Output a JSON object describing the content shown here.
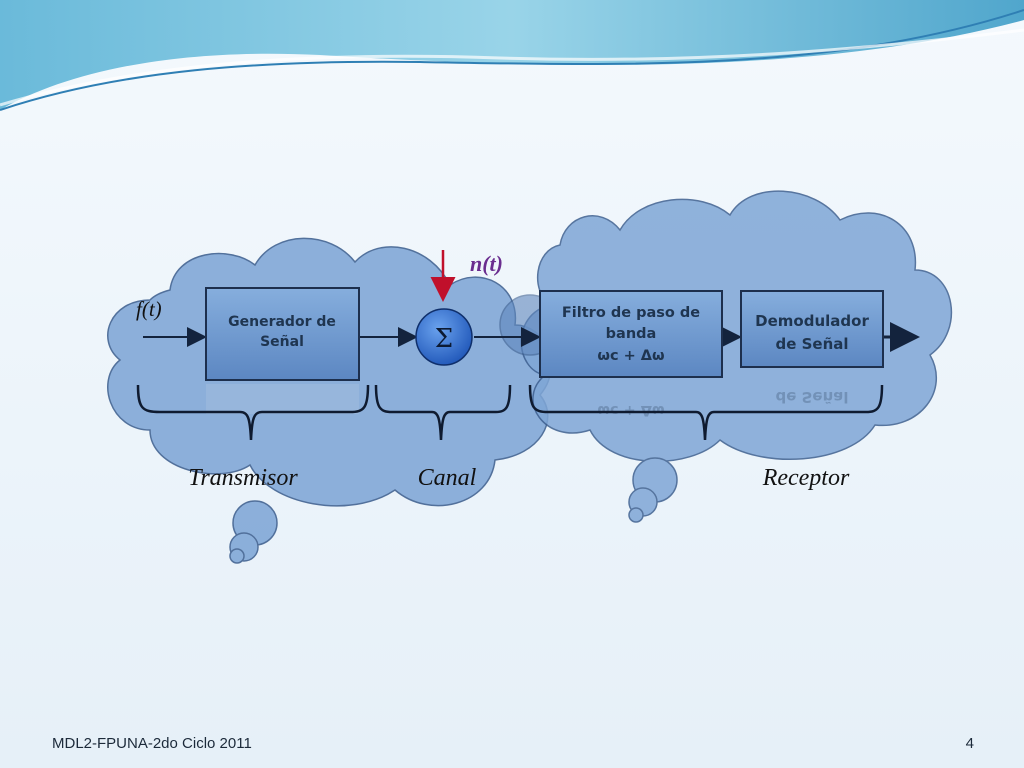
{
  "slide": {
    "footer_left": "MDL2-FPUNA-2do Ciclo 2011",
    "page_number": "4"
  },
  "diagram": {
    "input_signal": "f(t)",
    "noise_signal": "n(t)",
    "summer_symbol": "Σ",
    "blocks": {
      "generator": [
        "Generador de",
        "Señal"
      ],
      "filter": [
        "Filtro de paso de",
        "banda",
        "ωc + Δω"
      ],
      "demodulator": [
        "Demodulador",
        "de Señal"
      ]
    },
    "sections": {
      "transmitter": "Transmisor",
      "channel": "Canal",
      "receiver": "Receptor"
    }
  },
  "colors": {
    "header_wave": "#4aa3c8",
    "cloud_fill": "#7fa6d6",
    "cloud_stroke": "#3d5f8f",
    "block_fill": "#6c97cf",
    "noise_arrow": "#c0102b",
    "noise_label": "#6a2d8f"
  }
}
